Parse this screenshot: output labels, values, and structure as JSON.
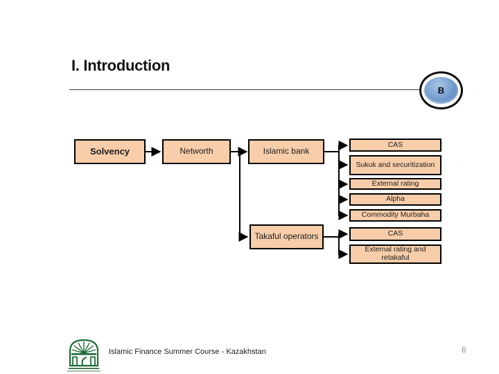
{
  "slide": {
    "title": "I. Introduction",
    "nav_badge": "B",
    "footer_text": "Islamic Finance Summer Course - Kazakhstan",
    "page_number": "6"
  },
  "diagram": {
    "nodes": [
      {
        "id": "solvency",
        "label": "Solvency"
      },
      {
        "id": "networth",
        "label": "Networth"
      },
      {
        "id": "islamic-bank",
        "label": "Islamic bank"
      },
      {
        "id": "cas-bank",
        "label": "CAS"
      },
      {
        "id": "sukuk-securitization",
        "label": "Sukuk and securitization"
      },
      {
        "id": "external-rating",
        "label": "External rating"
      },
      {
        "id": "alpha",
        "label": "Alpha"
      },
      {
        "id": "commodity-murbaha",
        "label": "Commodity Murbaha"
      },
      {
        "id": "takaful-operators",
        "label": "Takaful operators"
      },
      {
        "id": "cas-takaful",
        "label": "CAS"
      },
      {
        "id": "external-rating-retakaful",
        "label": "External rating and retakaful"
      }
    ]
  },
  "icons": {
    "logo": "irti-mosque-emblem",
    "badge": "blue-sphere"
  },
  "colors": {
    "node_fill": "#F8CDA9",
    "node_border": "#000000",
    "connector": "#000000",
    "badge_blue": "#5d88bd",
    "title_text": "#141414",
    "footer_text": "#1f1f1f",
    "page_number": "#8a8a8a",
    "logo_green": "#1e6b36"
  }
}
